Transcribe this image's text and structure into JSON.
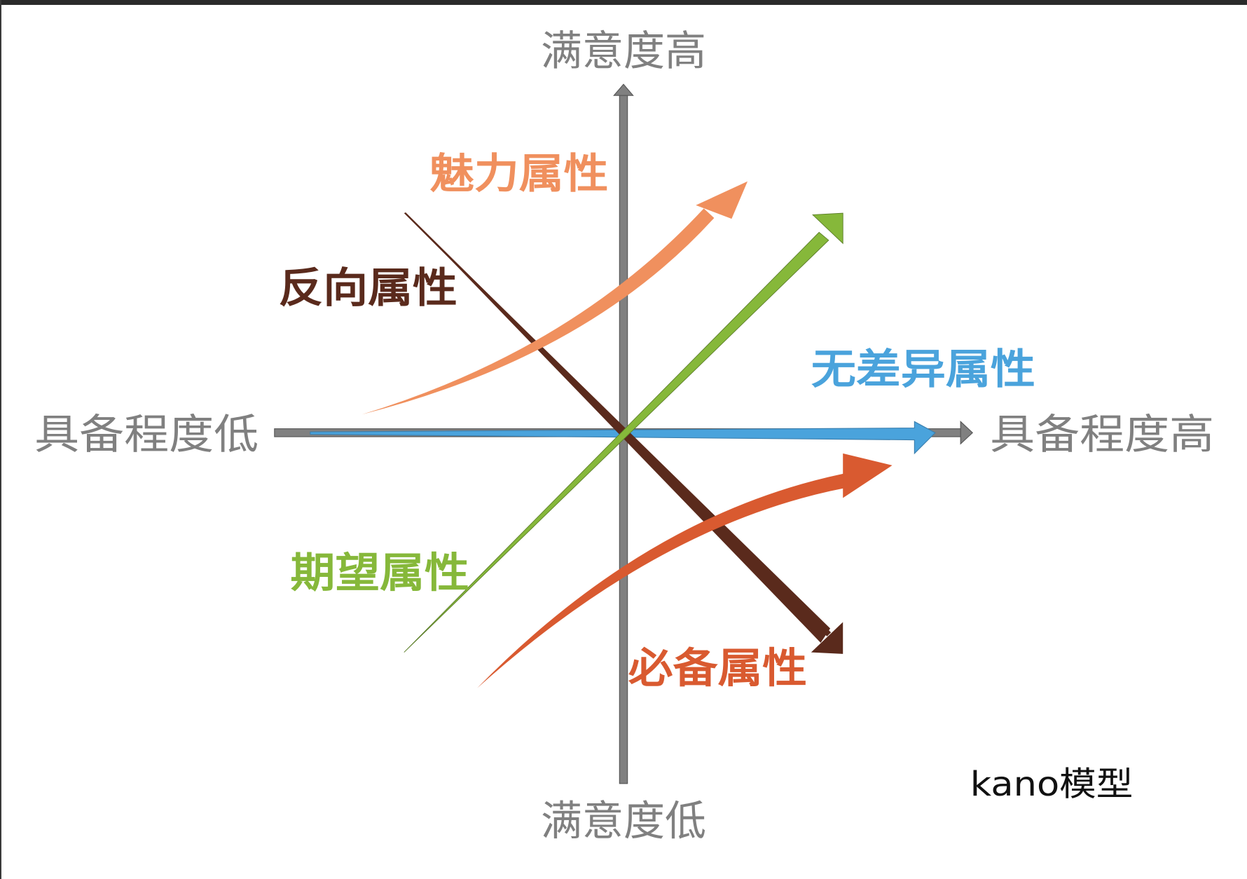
{
  "title": "kano模型",
  "axes": {
    "y_top": "满意度高",
    "y_bottom": "满意度低",
    "x_left": "具备程度低",
    "x_right": "具备程度高"
  },
  "attributes": {
    "attractive": {
      "label": "魅力属性",
      "color": "#f0905e"
    },
    "reverse": {
      "label": "反向属性",
      "color": "#5a2a1c"
    },
    "indifferent": {
      "label": "无差异属性",
      "color": "#4aa3dc"
    },
    "performance": {
      "label": "期望属性",
      "color": "#86b83a"
    },
    "must_be": {
      "label": "必备属性",
      "color": "#d95a30"
    }
  },
  "axis_color": "#808080"
}
